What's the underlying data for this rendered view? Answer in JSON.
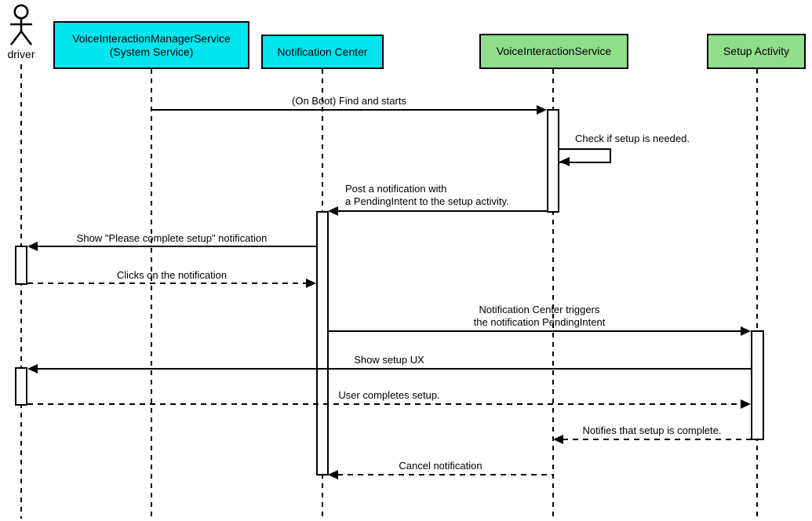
{
  "diagram": {
    "type": "uml-sequence",
    "colors": {
      "background": "#ffffff",
      "system_service_fill": "#00e5ee",
      "app_fill": "#90de8c",
      "line": "#000000"
    },
    "actor": {
      "label": "driver"
    },
    "participants": {
      "vims": {
        "label": "VoiceInteractionManagerService\n(System Service)"
      },
      "notification_center": {
        "label": "Notification Center"
      },
      "vis": {
        "label": "VoiceInteractionService"
      },
      "setup_activity": {
        "label": "Setup Activity"
      }
    },
    "messages": [
      {
        "label": "(On Boot) Find and starts",
        "from": "vims",
        "to": "vis",
        "style": "solid"
      },
      {
        "label": "Check if setup is needed.",
        "from": "vis",
        "to": "vis",
        "style": "self"
      },
      {
        "label": "Post a notification with\na PendingIntent to the setup activity.",
        "from": "vis",
        "to": "notification_center",
        "style": "solid"
      },
      {
        "label": "Show \"Please complete setup\" notification",
        "from": "notification_center",
        "to": "driver",
        "style": "solid"
      },
      {
        "label": "Clicks on the notification",
        "from": "driver",
        "to": "notification_center",
        "style": "dashed"
      },
      {
        "label": "Notification Center triggers\nthe notification PendingIntent",
        "from": "notification_center",
        "to": "setup_activity",
        "style": "solid"
      },
      {
        "label": "Show setup UX",
        "from": "setup_activity",
        "to": "driver",
        "style": "solid"
      },
      {
        "label": "User completes setup.",
        "from": "driver",
        "to": "setup_activity",
        "style": "dashed"
      },
      {
        "label": "Notifies that setup is complete.",
        "from": "setup_activity",
        "to": "vis",
        "style": "dashed"
      },
      {
        "label": "Cancel notification",
        "from": "vis",
        "to": "notification_center",
        "style": "dashed"
      }
    ]
  }
}
